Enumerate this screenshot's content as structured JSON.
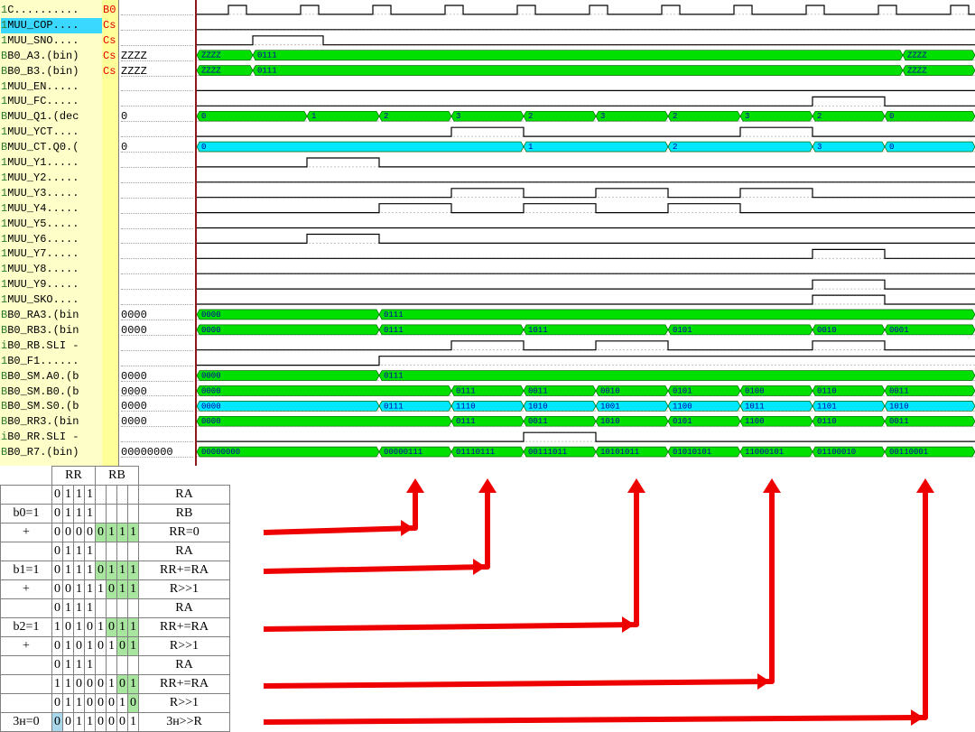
{
  "signals": [
    {
      "tag": "1",
      "name": "C..........",
      "mode": "B0",
      "value": "",
      "kind": "bit",
      "edges": [
        35,
        55,
        115,
        135,
        195,
        215,
        275,
        295,
        355,
        375,
        435,
        455,
        515,
        535,
        595,
        615,
        675,
        695,
        755,
        775,
        835,
        855
      ],
      "init": 0
    },
    {
      "tag": "1",
      "name": "MUU_COP....",
      "mode": "Cs",
      "value": "",
      "kind": "bit",
      "edges": [],
      "init": 0,
      "selected": true
    },
    {
      "tag": "1",
      "name": "MUU_SNO....",
      "mode": "Cs",
      "value": "",
      "kind": "bit",
      "edges": [
        62,
        140
      ],
      "init": 0
    },
    {
      "tag": "B",
      "name": "B0_A3.(bin)",
      "mode": "Cs",
      "value": "ZZZZ",
      "kind": "bus",
      "color": "#00e000",
      "segs": [
        [
          "ZZZZ",
          0,
          62
        ],
        [
          "0111",
          62,
          782
        ],
        [
          "ZZZZ",
          782,
          862
        ]
      ]
    },
    {
      "tag": "B",
      "name": "B0_B3.(bin)",
      "mode": "Cs",
      "value": "ZZZZ",
      "kind": "bus",
      "color": "#00e000",
      "segs": [
        [
          "ZZZZ",
          0,
          62
        ],
        [
          "0111",
          62,
          782
        ],
        [
          "ZZZZ",
          782,
          862
        ]
      ]
    },
    {
      "tag": "1",
      "name": "MUU_EN.....",
      "mode": "",
      "value": "",
      "kind": "bit",
      "edges": [],
      "init": 0
    },
    {
      "tag": "1",
      "name": "MUU_FC.....",
      "mode": "",
      "value": "",
      "kind": "bit",
      "edges": [
        682,
        762
      ],
      "init": 0
    },
    {
      "tag": "B",
      "name": "MUU_Q1.(dec",
      "mode": "",
      "value": "0",
      "kind": "bus",
      "color": "#00e000",
      "segs": [
        [
          "0",
          0,
          122
        ],
        [
          "1",
          122,
          202
        ],
        [
          "2",
          202,
          282
        ],
        [
          "3",
          282,
          362
        ],
        [
          "2",
          362,
          442
        ],
        [
          "3",
          442,
          522
        ],
        [
          "2",
          522,
          602
        ],
        [
          "3",
          602,
          682
        ],
        [
          "2",
          682,
          762
        ],
        [
          "0",
          762,
          862
        ]
      ]
    },
    {
      "tag": "1",
      "name": "MUU_YCT....",
      "mode": "",
      "value": "",
      "kind": "bit",
      "edges": [
        282,
        362,
        602,
        682
      ],
      "init": 0
    },
    {
      "tag": "B",
      "name": "MUU_CT.Q0.(",
      "mode": "",
      "value": "0",
      "kind": "bus",
      "color": "#00e8ff",
      "segs": [
        [
          "0",
          0,
          362
        ],
        [
          "1",
          362,
          522
        ],
        [
          "2",
          522,
          682
        ],
        [
          "3",
          682,
          762
        ],
        [
          "0",
          762,
          862
        ]
      ]
    },
    {
      "tag": "1",
      "name": "MUU_Y1.....",
      "mode": "",
      "value": "",
      "kind": "bit",
      "edges": [
        122,
        202
      ],
      "init": 0
    },
    {
      "tag": "1",
      "name": "MUU_Y2.....",
      "mode": "",
      "value": "",
      "kind": "bit",
      "edges": [],
      "init": 0
    },
    {
      "tag": "1",
      "name": "MUU_Y3.....",
      "mode": "",
      "value": "",
      "kind": "bit",
      "edges": [
        282,
        362,
        442,
        522,
        602,
        682
      ],
      "init": 0
    },
    {
      "tag": "1",
      "name": "MUU_Y4.....",
      "mode": "",
      "value": "",
      "kind": "bit",
      "edges": [
        202,
        282,
        362,
        442,
        522,
        602
      ],
      "init": 0
    },
    {
      "tag": "1",
      "name": "MUU_Y5.....",
      "mode": "",
      "value": "",
      "kind": "bit",
      "edges": [],
      "init": 0
    },
    {
      "tag": "1",
      "name": "MUU_Y6.....",
      "mode": "",
      "value": "",
      "kind": "bit",
      "edges": [
        122,
        202
      ],
      "init": 0
    },
    {
      "tag": "1",
      "name": "MUU_Y7.....",
      "mode": "",
      "value": "",
      "kind": "bit",
      "edges": [
        682,
        762
      ],
      "init": 0
    },
    {
      "tag": "1",
      "name": "MUU_Y8.....",
      "mode": "",
      "value": "",
      "kind": "bit",
      "edges": [],
      "init": 0
    },
    {
      "tag": "1",
      "name": "MUU_Y9.....",
      "mode": "",
      "value": "",
      "kind": "bit",
      "edges": [
        682,
        762
      ],
      "init": 0
    },
    {
      "tag": "1",
      "name": "MUU_SKO....",
      "mode": "",
      "value": "",
      "kind": "bit",
      "edges": [
        682,
        762
      ],
      "init": 0
    },
    {
      "tag": "B",
      "name": "B0_RA3.(bin",
      "mode": "",
      "value": "0000",
      "kind": "bus",
      "color": "#00e000",
      "segs": [
        [
          "0000",
          0,
          202
        ],
        [
          "0111",
          202,
          862
        ]
      ]
    },
    {
      "tag": "B",
      "name": "B0_RB3.(bin",
      "mode": "",
      "value": "0000",
      "kind": "bus",
      "color": "#00e000",
      "segs": [
        [
          "0000",
          0,
          202
        ],
        [
          "0111",
          202,
          362
        ],
        [
          "1011",
          362,
          522
        ],
        [
          "0101",
          522,
          682
        ],
        [
          "0010",
          682,
          762
        ],
        [
          "0001",
          762,
          862
        ]
      ]
    },
    {
      "tag": "i",
      "name": "B0_RB.SLI -",
      "mode": "",
      "value": "",
      "kind": "bit",
      "edges": [
        282,
        362,
        442,
        522,
        682,
        762
      ],
      "init": 0
    },
    {
      "tag": "1",
      "name": "B0_F1......",
      "mode": "",
      "value": "",
      "kind": "bit",
      "edges": [
        202
      ],
      "init": 0
    },
    {
      "tag": "B",
      "name": "B0_SM.A0.(b",
      "mode": "",
      "value": "0000",
      "kind": "bus",
      "color": "#00e000",
      "segs": [
        [
          "0000",
          0,
          202
        ],
        [
          "0111",
          202,
          862
        ]
      ]
    },
    {
      "tag": "B",
      "name": "B0_SM.B0.(b",
      "mode": "",
      "value": "0000",
      "kind": "bus",
      "color": "#00e000",
      "segs": [
        [
          "0000",
          0,
          282
        ],
        [
          "0111",
          282,
          362
        ],
        [
          "0011",
          362,
          442
        ],
        [
          "0010",
          442,
          522
        ],
        [
          "0101",
          522,
          602
        ],
        [
          "0100",
          602,
          682
        ],
        [
          "0110",
          682,
          762
        ],
        [
          "0011",
          762,
          862
        ]
      ]
    },
    {
      "tag": "B",
      "name": "B0_SM.S0.(b",
      "mode": "",
      "value": "0000",
      "kind": "bus",
      "color": "#00e8ff",
      "segs": [
        [
          "0000",
          0,
          202
        ],
        [
          "0111",
          202,
          282
        ],
        [
          "1110",
          282,
          362
        ],
        [
          "1010",
          362,
          442
        ],
        [
          "1001",
          442,
          522
        ],
        [
          "1100",
          522,
          602
        ],
        [
          "1011",
          602,
          682
        ],
        [
          "1101",
          682,
          762
        ],
        [
          "1010",
          762,
          862
        ]
      ]
    },
    {
      "tag": "B",
      "name": "B0_RR3.(bin",
      "mode": "",
      "value": "0000",
      "kind": "bus",
      "color": "#00e000",
      "segs": [
        [
          "0000",
          0,
          282
        ],
        [
          "0111",
          282,
          362
        ],
        [
          "0011",
          362,
          442
        ],
        [
          "1010",
          442,
          522
        ],
        [
          "0101",
          522,
          602
        ],
        [
          "1100",
          602,
          682
        ],
        [
          "0110",
          682,
          762
        ],
        [
          "0011",
          762,
          862
        ]
      ]
    },
    {
      "tag": "i",
      "name": "B0_RR.SLI -",
      "mode": "",
      "value": "",
      "kind": "bit",
      "edges": [
        362,
        442
      ],
      "init": 0
    },
    {
      "tag": "B",
      "name": "B0_R7.(bin)",
      "mode": "",
      "value": "00000000",
      "kind": "bus",
      "color": "#00e000",
      "segs": [
        [
          "00000000",
          0,
          202
        ],
        [
          "00000111",
          202,
          282
        ],
        [
          "01110111",
          282,
          362
        ],
        [
          "00111011",
          362,
          442
        ],
        [
          "10101011",
          442,
          522
        ],
        [
          "01010101",
          522,
          602
        ],
        [
          "11000101",
          602,
          682
        ],
        [
          "01100010",
          682,
          762
        ],
        [
          "00110001",
          762,
          862
        ]
      ]
    }
  ],
  "table": {
    "header": {
      "rr": "RR",
      "rb": "RB"
    },
    "rows": [
      {
        "label": "",
        "bits": [
          "0",
          "1",
          "1",
          "1",
          "",
          "",
          "",
          ""
        ],
        "op": "RA"
      },
      {
        "label": "b0=1",
        "bits": [
          "0",
          "1",
          "1",
          "1",
          "",
          "",
          "",
          ""
        ],
        "op": "RB"
      },
      {
        "label": "+",
        "bits": [
          "0",
          "0",
          "0",
          "0",
          "0",
          "1",
          "1",
          "1"
        ],
        "op": "RR=0",
        "green": [
          4,
          5,
          6,
          7
        ]
      },
      {
        "label": "",
        "bits": [
          "0",
          "1",
          "1",
          "1",
          "",
          "",
          "",
          ""
        ],
        "op": "RA"
      },
      {
        "label": "b1=1",
        "bits": [
          "0",
          "1",
          "1",
          "1",
          "0",
          "1",
          "1",
          "1"
        ],
        "op": "RR+=RA",
        "green": [
          4,
          5,
          6,
          7
        ]
      },
      {
        "label": "+",
        "bits": [
          "0",
          "0",
          "1",
          "1",
          "1",
          "0",
          "1",
          "1"
        ],
        "op": "R>>1",
        "green": [
          5,
          6,
          7
        ]
      },
      {
        "label": "",
        "bits": [
          "0",
          "1",
          "1",
          "1",
          "",
          "",
          "",
          ""
        ],
        "op": "RA"
      },
      {
        "label": "b2=1",
        "bits": [
          "1",
          "0",
          "1",
          "0",
          "1",
          "0",
          "1",
          "1"
        ],
        "op": "RR+=RA",
        "green": [
          5,
          6,
          7
        ]
      },
      {
        "label": "+",
        "bits": [
          "0",
          "1",
          "0",
          "1",
          "0",
          "1",
          "0",
          "1"
        ],
        "op": "R>>1",
        "green": [
          6,
          7
        ]
      },
      {
        "label": "",
        "bits": [
          "0",
          "1",
          "1",
          "1",
          "",
          "",
          "",
          ""
        ],
        "op": "RA"
      },
      {
        "label": "",
        "bits": [
          "1",
          "1",
          "0",
          "0",
          "0",
          "1",
          "0",
          "1"
        ],
        "op": "RR+=RA",
        "green": [
          6,
          7
        ]
      },
      {
        "label": "",
        "bits": [
          "0",
          "1",
          "1",
          "0",
          "0",
          "0",
          "1",
          "0"
        ],
        "op": "R>>1",
        "green": [
          7
        ]
      },
      {
        "label": "3н=0",
        "bits": [
          "0",
          "0",
          "1",
          "1",
          "0",
          "0",
          "0",
          "1"
        ],
        "op": "3н>>R",
        "blue": [
          0
        ]
      }
    ]
  },
  "colors": {
    "bus_green": "#00e000",
    "bus_cyan": "#00e8ff",
    "arrow": "#ee0000",
    "cursor": "#8b1a1a"
  }
}
